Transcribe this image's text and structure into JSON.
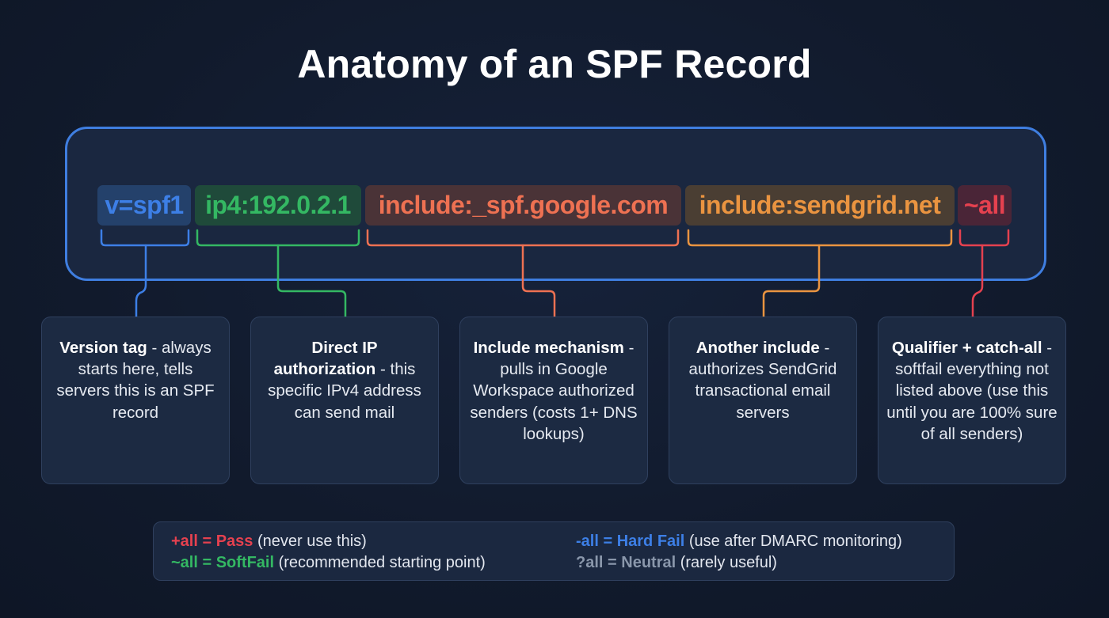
{
  "title": "Anatomy of an SPF Record",
  "colors": {
    "background": "#111a2c",
    "record_border": "#3f7ee0",
    "blue": "#3d7fe6",
    "green": "#34b863",
    "coral": "#ee7152",
    "orange": "#ea9440",
    "red": "#e5414f",
    "gray": "#8a97ab"
  },
  "record": {
    "tokens": [
      {
        "text": "v=spf1",
        "color": "#3d7fe6",
        "bg": "#24416b"
      },
      {
        "text": "ip4:192.0.2.1",
        "color": "#34b863",
        "bg": "#1f4a3a"
      },
      {
        "text": "include:_spf.google.com",
        "color": "#ee7152",
        "bg": "#4a3337"
      },
      {
        "text": "include:sendgrid.net",
        "color": "#ea9440",
        "bg": "#4a3e33"
      },
      {
        "text": "~all",
        "color": "#e5414f",
        "bg": "#4a2537"
      }
    ]
  },
  "cards": [
    {
      "heading": "Version tag",
      "sep": " - ",
      "body": "always starts here, tells servers this is an SPF record"
    },
    {
      "heading": "Direct IP authorization",
      "sep": " - ",
      "body": "this specific IPv4 address can send mail"
    },
    {
      "heading": "Include mechanism",
      "sep": " ",
      "body": "- pulls in Google Workspace authorized senders (costs 1+ DNS lookups)"
    },
    {
      "heading": "Another include",
      "sep": " - ",
      "body": "authorizes SendGrid transactional email servers"
    },
    {
      "heading": "Qualifier + catch-all",
      "sep": " ",
      "body": "- softfail everything not listed above (use this until you are 100% sure of all senders)"
    }
  ],
  "legend": [
    {
      "key": "+all = Pass",
      "desc": " (never use this)",
      "color": "#e5414f"
    },
    {
      "key": "-all = Hard Fail",
      "desc": " (use after DMARC monitoring)",
      "color": "#3d7fe6"
    },
    {
      "key": "~all = SoftFail",
      "desc": " (recommended starting point)",
      "color": "#34b863"
    },
    {
      "key": "?all = Neutral",
      "desc": " (rarely useful)",
      "color": "#8a97ab"
    }
  ]
}
